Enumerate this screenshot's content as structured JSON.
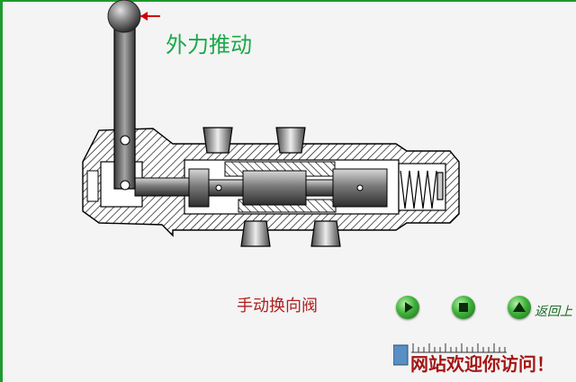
{
  "annotation": {
    "force_label": "外力推动"
  },
  "diagram": {
    "caption": "手动换向阀"
  },
  "controls": {
    "play": {
      "icon": "play-icon"
    },
    "stop": {
      "icon": "stop-icon"
    },
    "up": {
      "icon": "up-arrow-icon"
    },
    "return_label": "返回上"
  },
  "footer": {
    "banner": "网站欢迎你访问！"
  },
  "colors": {
    "frame": "#1e9a2e",
    "label_green": "#1aa84a",
    "caption_red": "#b02020",
    "button_green": "#3fb23a",
    "banner_red": "#a51515",
    "pointer_red": "#d00000"
  }
}
